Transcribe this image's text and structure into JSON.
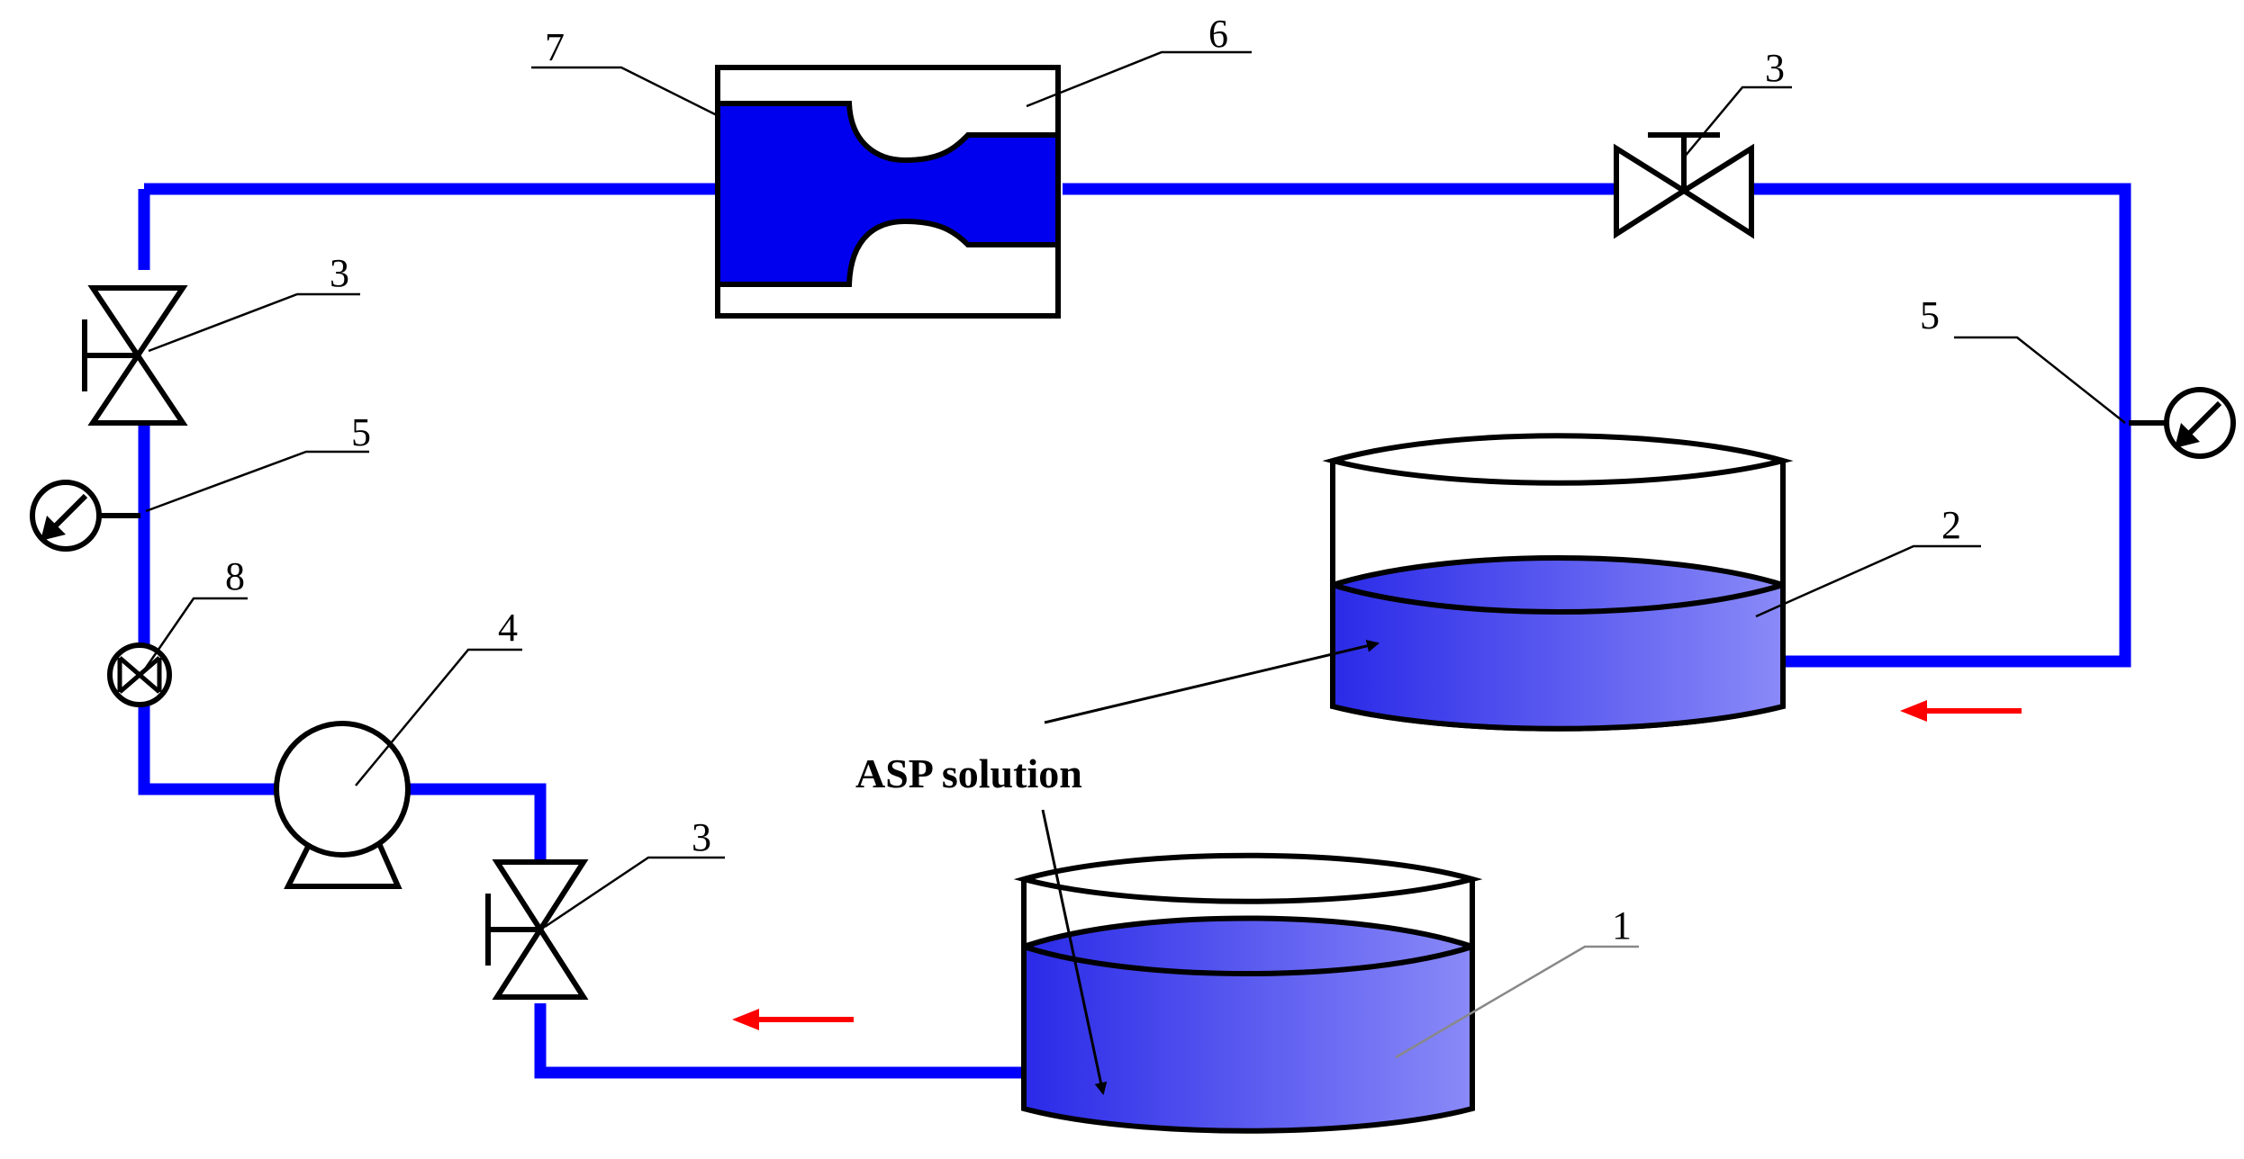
{
  "labels": {
    "asp": "ASP solution",
    "tank_lower": "1",
    "tank_upper": "2",
    "valve_top_right": "3",
    "valve_left_upper": "3",
    "valve_lower": "3",
    "pump": "4",
    "gauge_left": "5",
    "gauge_right": "5",
    "core_holder": "6",
    "core": "7",
    "flowmeter": "8"
  },
  "colors": {
    "pipe": "#0000ff",
    "solution": "#3c3cf0",
    "flow_arrow": "#ff0000",
    "core_fill": "#0000ee"
  },
  "icons": [
    "globe-valve",
    "pressure-gauge",
    "centrifugal-pump",
    "flow-meter",
    "flow-arrow",
    "tank"
  ]
}
